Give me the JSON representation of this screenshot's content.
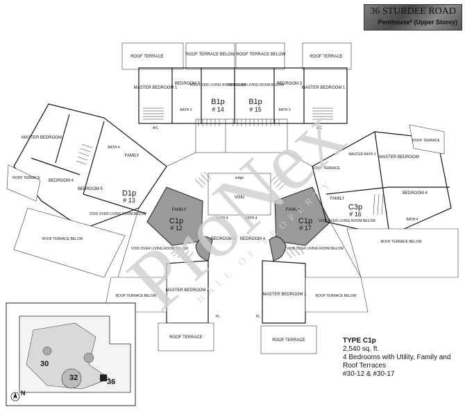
{
  "header": {
    "building_name": "36 STURDEE ROAD",
    "floor_label": "Penthouse* (Upper Storey)"
  },
  "unit_info": {
    "type": "TYPE C1p",
    "area": "2,540 sq. ft.",
    "description": "4 Bedrooms with Utility, Family and Roof Terraces",
    "units": "#30-12 & #30-17"
  },
  "units": [
    {
      "code": "B1p",
      "number": "# 14"
    },
    {
      "code": "B1p",
      "number": "# 15"
    },
    {
      "code": "D1p",
      "number": "# 13"
    },
    {
      "code": "C1p",
      "number": "# 12"
    },
    {
      "code": "C1p",
      "number": "# 17"
    },
    {
      "code": "C3p",
      "number": "# 16"
    }
  ],
  "rooms": {
    "roof_terrace": "ROOF TERRACE",
    "roof_terrace_below": "ROOF TERRACE BELOW",
    "master_bedroom": "MASTER BEDROOM",
    "master_bedroom_1": "MASTER BEDROOM 1",
    "bedroom_3": "BEDROOM 3",
    "bedroom_4": "BEDROOM 4",
    "bedroom_5": "BEDROOM 5",
    "family": "FAMILY",
    "void": "VOID",
    "void_over_living": "VOID OVER LIVING ROOM BELOW",
    "bath_3": "BATH 3",
    "bath_4": "BATH 4",
    "master_bath": "MASTER BATH 1",
    "ac": "A/C",
    "ledge": "ledge",
    "pl": "PL"
  },
  "site_plan": {
    "blocks": [
      "30",
      "32",
      "36"
    ],
    "north": "N"
  },
  "watermark": {
    "text": "ProNex",
    "subtitle": "HALL OF PROPERTY"
  }
}
